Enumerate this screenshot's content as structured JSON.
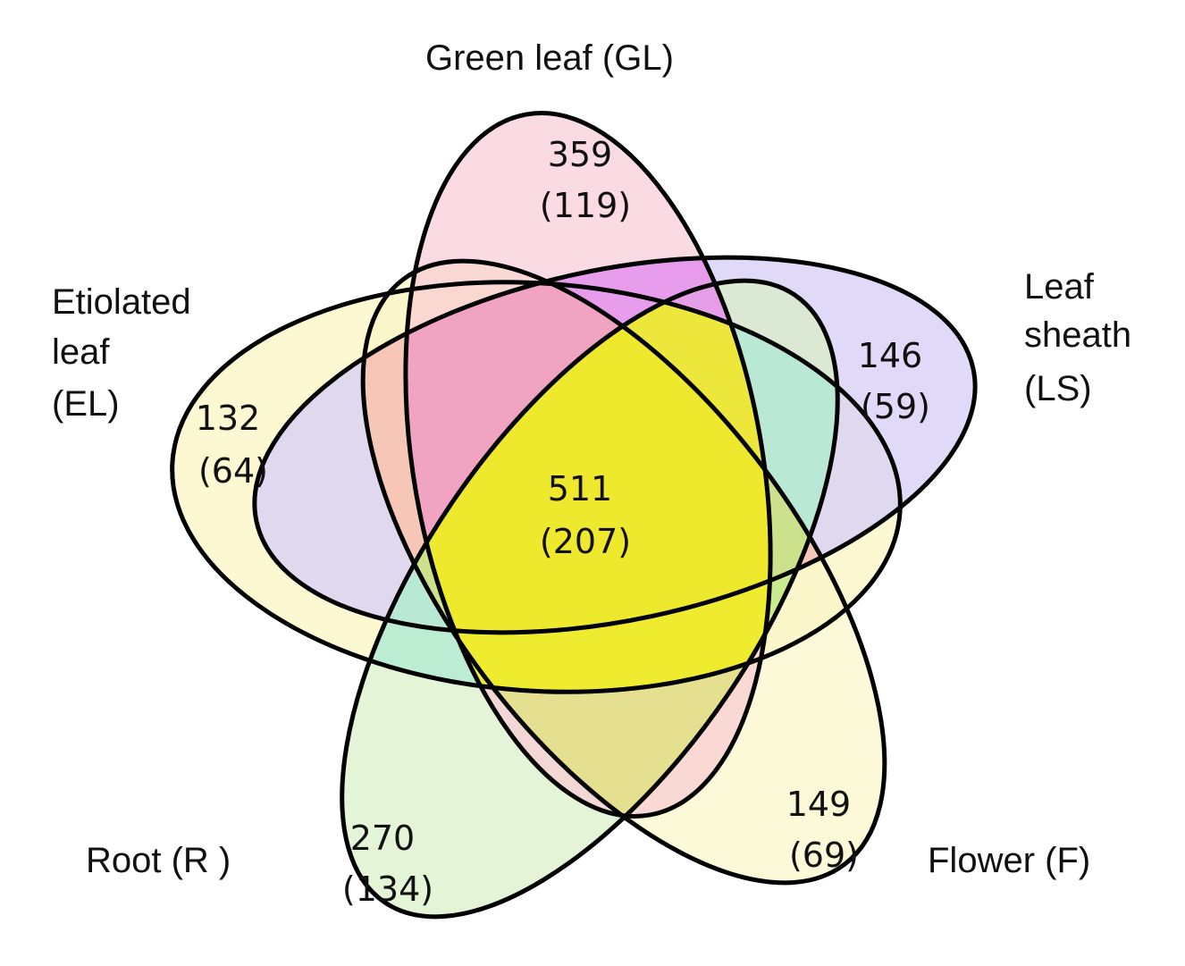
{
  "sets": [
    {
      "id": "gl",
      "label": "Green leaf (GL)",
      "color": "#f9c8d4"
    },
    {
      "id": "ls",
      "label_lines": [
        "Leaf",
        "sheath",
        "(LS)"
      ],
      "color": "#d8d0f5"
    },
    {
      "id": "el",
      "label_lines": [
        "Etiolated",
        "leaf",
        "(EL)"
      ],
      "color": "#fbf8c7"
    },
    {
      "id": "r",
      "label": "Root (R )",
      "color": "#d9f0c4"
    },
    {
      "id": "f",
      "label": "Flower (F)",
      "color": "#fbf7c8"
    }
  ],
  "regions": {
    "gl_only": {
      "count": "359",
      "sub": "(119)"
    },
    "ls_only": {
      "count": "146",
      "sub": "(59)"
    },
    "el_only": {
      "count": "132",
      "sub": "(64)"
    },
    "r_only": {
      "count": "270",
      "sub": "(134)"
    },
    "f_only": {
      "count": "149",
      "sub": "(69)"
    },
    "all_five": {
      "count": "511",
      "sub": "(207)"
    }
  },
  "overlap_tints": {
    "core": "#f4ec1c",
    "gl_ls": "#e48cf0",
    "ls_f": "#f8a8a0",
    "r_el": "#9de8d8",
    "r_f": "#d8ec40"
  }
}
